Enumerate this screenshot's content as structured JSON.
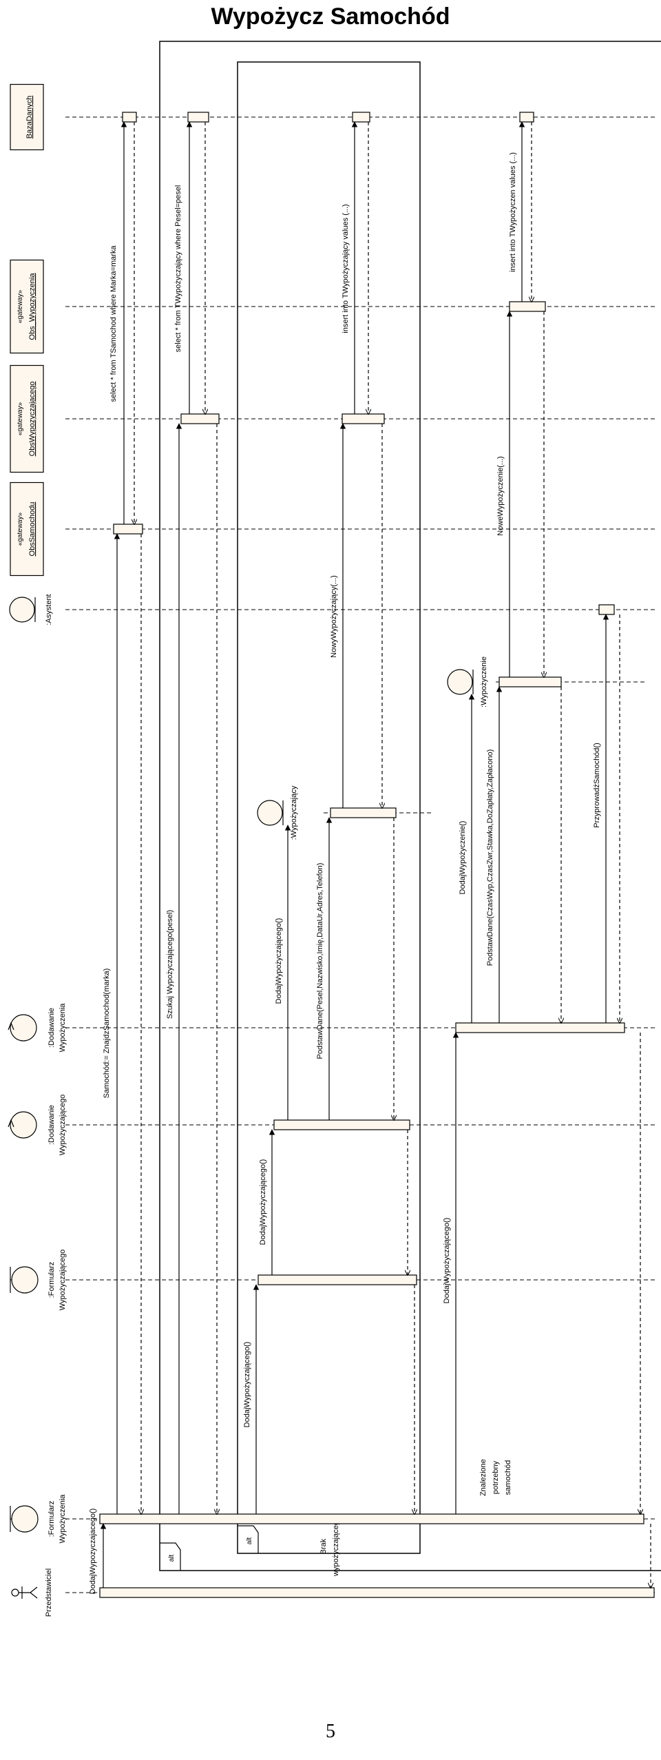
{
  "title": "Wypożycz Samochód",
  "page_number": "5",
  "lifelines": [
    {
      "id": "kasjer",
      "label": "Przedstawiciel",
      "kind": "actor"
    },
    {
      "id": "fw",
      "label": ":Formularz Wypożyczenia",
      "kind": "boundary"
    },
    {
      "id": "fwy",
      "label": ":Formularz Wypożyczającego",
      "kind": "boundary"
    },
    {
      "id": "dwy",
      "label": ":Dodawanie Wypożyczającego",
      "kind": "control"
    },
    {
      "id": "dw",
      "label": ":Dodawanie Wypożyczenia",
      "kind": "control"
    },
    {
      "id": "asys",
      "label": ":Asystent",
      "kind": "entity"
    },
    {
      "id": "obs_sam",
      "label": "ObsSamochodu",
      "stereotype": "«gateway»",
      "kind": "box"
    },
    {
      "id": "obs_wy",
      "label": "ObsWypozyczajacego",
      "stereotype": "«gateway»",
      "kind": "box"
    },
    {
      "id": "obs_wyp",
      "label": "Obs_Wypozyczenia",
      "stereotype": "«gateway»",
      "kind": "box"
    },
    {
      "id": "db",
      "label": "BazaDanych",
      "kind": "box"
    }
  ],
  "created_objects": [
    {
      "id": "wyz",
      "label": ":Wypożyczający"
    },
    {
      "id": "wyp",
      "label": ":Wypożyczenie"
    }
  ],
  "messages": [
    {
      "id": "m1",
      "text": "DodajWypozyczajacego()"
    },
    {
      "id": "m2",
      "text": "Samochód:= ZnajdzSamochod(marka)"
    },
    {
      "id": "m3",
      "text": "select * from TSamochod where Marka=marka"
    },
    {
      "id": "m4",
      "text": "Szukaj Wypożyczającego(pesel)"
    },
    {
      "id": "m5",
      "text": "select * from TWypożyczający where Pesel=pesel"
    },
    {
      "id": "m6",
      "text": "DodajWypożyczającego()"
    },
    {
      "id": "m7",
      "text": "DodajWypożyczającego()"
    },
    {
      "id": "m8",
      "text": "DodajWypożyczającego()"
    },
    {
      "id": "m9",
      "text": "PodstawDane(Pesel,Nazwisko,Imię,DataUr,Adres,Telefon)"
    },
    {
      "id": "m10",
      "text": "NowyWypożyczający(...)"
    },
    {
      "id": "m11",
      "text": "insert into TWypożyczający values (...)"
    },
    {
      "id": "m12",
      "text": "DodajWypożyczającego()"
    },
    {
      "id": "m13",
      "text": "DodajWypożyczenie()"
    },
    {
      "id": "m14",
      "text": "PodstawDane(CzasWyp,CzasZwr,Stawka,DoZapłaty,Zapłacono)"
    },
    {
      "id": "m15",
      "text": "NoweWypożyczenie(...)"
    },
    {
      "id": "m16",
      "text": "insert into TWypożyczen values (...)"
    },
    {
      "id": "m17",
      "text": "PrzyprowadźSamochód()"
    }
  ],
  "fragments": [
    {
      "id": "alt_outer",
      "label": "alt",
      "guard_lines": [
        "Znalezione",
        "potrzebny",
        "samochód"
      ]
    },
    {
      "id": "alt_inner",
      "label": "alt",
      "guard_lines": [
        "Brak",
        "wypożyczającego"
      ]
    }
  ]
}
